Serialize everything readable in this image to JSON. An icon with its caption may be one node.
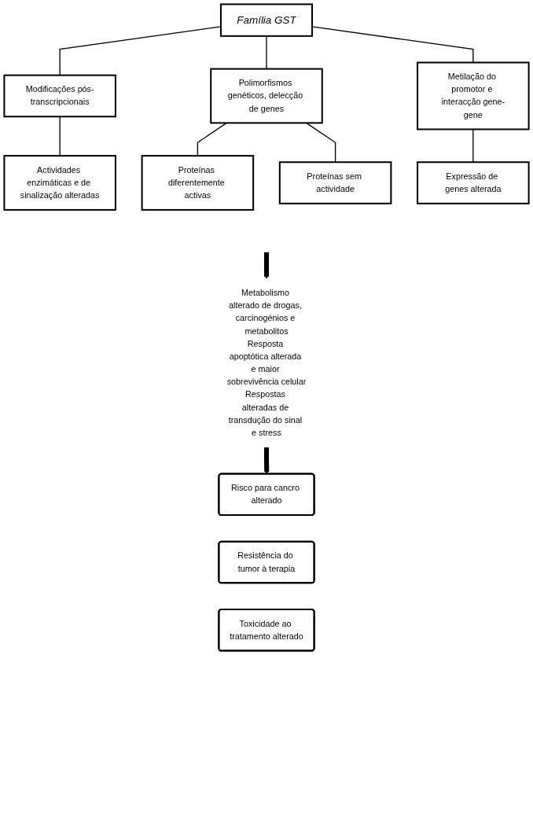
{
  "diagram": {
    "nodes": [
      {
        "text": [
          "Família GST"
        ]
      },
      {
        "text": [
          "Modificações pós-transcripcionais"
        ]
      },
      {
        "text": [
          "Polimorfismos genéticos, delecção de genes"
        ]
      },
      {
        "text": [
          "Metilação do promotor e interacção gene-gene"
        ]
      },
      {
        "text": [
          "Actividades enzimáticas e de sinalização alteradas"
        ]
      },
      {
        "text": [
          "Proteínas diferentemente activas"
        ]
      },
      {
        "text": [
          "Proteínas sem actividade"
        ]
      },
      {
        "text": [
          "Expressão de genes alterada"
        ]
      },
      {
        "text": [
          "Metabolismo alterado de drogas, carcinogénios e metabolitos",
          "Resposta apoptótica alterada e maior sobrevivência celular",
          "Respostas alteradas de transdução do sinal e stress"
        ]
      },
      {
        "text": [
          "Risco para cancro alterado"
        ]
      },
      {
        "text": [
          "Resistência do tumor à terapia"
        ]
      },
      {
        "text": [
          "Toxicidade ao tratamento alterado"
        ]
      }
    ],
    "edges": [
      {
        "from": 0,
        "to": 1,
        "arrow": "none"
      },
      {
        "from": 0,
        "to": 2,
        "arrow": "none"
      },
      {
        "from": 0,
        "to": 3,
        "arrow": "none"
      },
      {
        "from": 1,
        "to": 4,
        "arrow": "none"
      },
      {
        "from": 2,
        "to": 5,
        "arrow": "none"
      },
      {
        "from": 2,
        "to": 6,
        "arrow": "none"
      },
      {
        "from": 3,
        "to": 7,
        "arrow": "none"
      },
      {
        "from": null,
        "to": 8,
        "arrow": "to",
        "style": "thick"
      },
      {
        "from": 8,
        "to": 9,
        "arrow": "to",
        "style": "thick"
      }
    ]
  }
}
